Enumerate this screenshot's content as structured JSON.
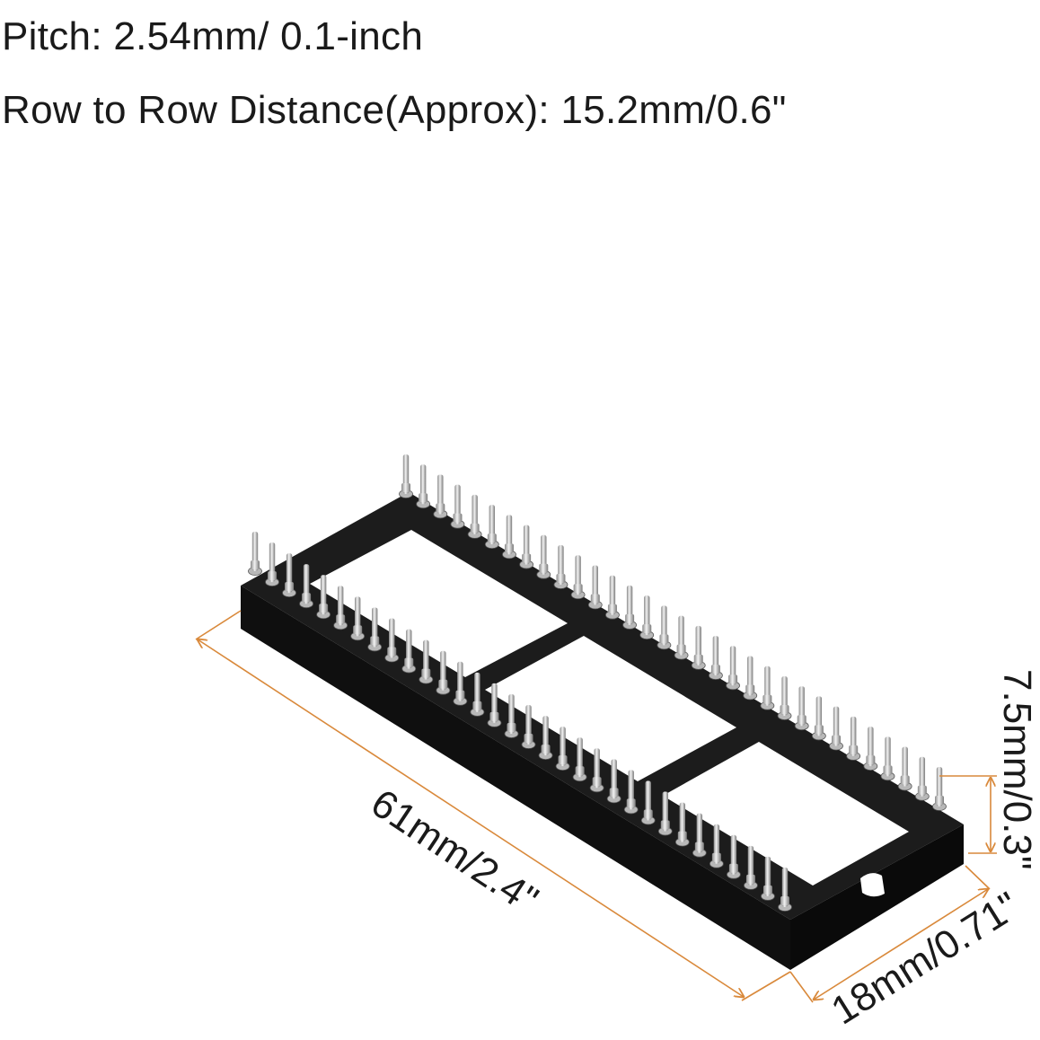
{
  "specs": {
    "pitch": "Pitch: 2.54mm/ 0.1-inch",
    "row_distance": "Row to Row Distance(Approx): 15.2mm/0.6\""
  },
  "dimensions": {
    "length": "61mm/2.4\"",
    "width": "18mm/0.71\"",
    "height": "7.5mm/0.3\""
  },
  "product": {
    "pins_per_row": 32,
    "body_color": "#141414",
    "pin_color": "#c9c9c9"
  },
  "colors": {
    "dimension_line": "#d9893b",
    "text": "#1a1a1a",
    "background": "#ffffff"
  }
}
